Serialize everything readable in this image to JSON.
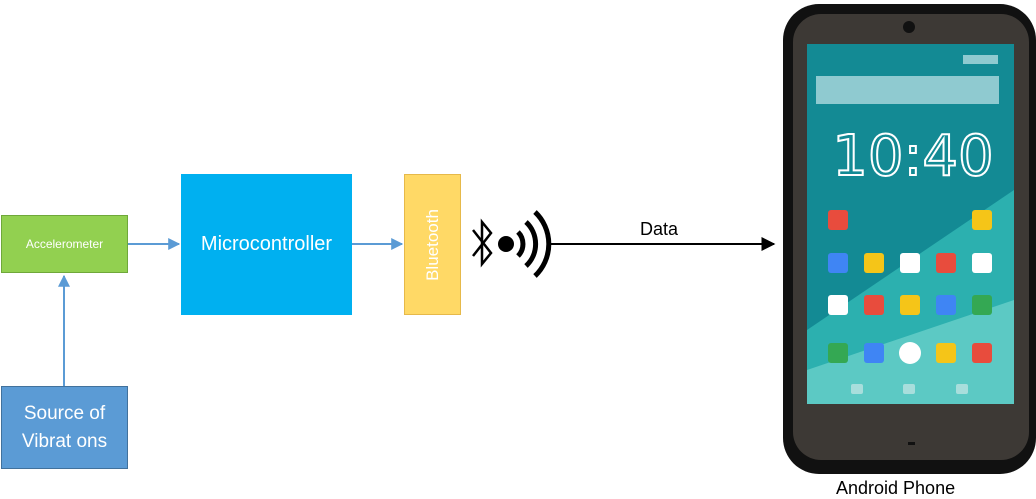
{
  "nodes": {
    "accelerometer": "Accelerometer",
    "microcontroller": "Microcontroller",
    "bluetooth": "Bluetooth",
    "source_line1": "Source of",
    "source_line2": "Vibrat ons"
  },
  "edges": {
    "data_label": "Data"
  },
  "phone": {
    "label": "Android Phone",
    "clock": "10:40"
  },
  "colors": {
    "accelerometer": "#92D050",
    "microcontroller": "#00B0F0",
    "bluetooth": "#FFD966",
    "source": "#5B9BD5",
    "arrow": "#5B9BD5",
    "screen_top": "#138A94",
    "screen_mid": "#2CB0AF",
    "screen_bottom": "#5CC9C4"
  }
}
